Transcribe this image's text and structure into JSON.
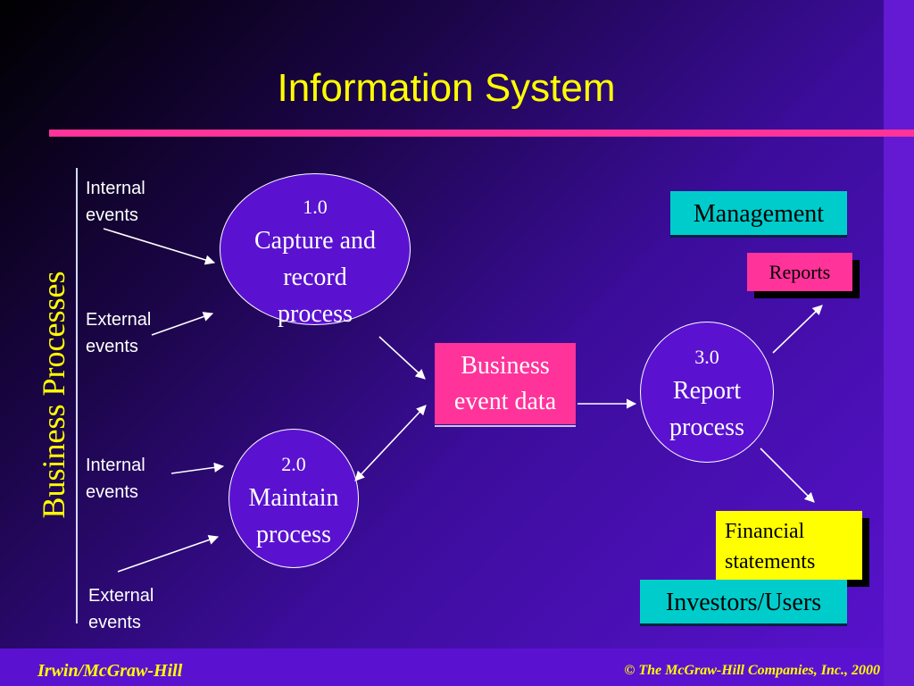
{
  "slide": {
    "title": "Information System",
    "side_label": "Business Processes"
  },
  "events": {
    "internal_1": [
      "Internal",
      "events"
    ],
    "external_1": [
      "External",
      "events"
    ],
    "internal_2": [
      "Internal",
      "events"
    ],
    "external_2": [
      "External",
      "events"
    ]
  },
  "processes": {
    "capture": {
      "number": "1.0",
      "lines": [
        "Capture and",
        "record",
        "process"
      ]
    },
    "maintain": {
      "number": "2.0",
      "lines": [
        "Maintain",
        "process"
      ]
    },
    "report": {
      "number": "3.0",
      "lines": [
        "Report",
        "process"
      ]
    }
  },
  "data_store": {
    "lines": [
      "Business",
      "event data"
    ]
  },
  "entities": {
    "management": "Management",
    "investors": "Investors/Users"
  },
  "documents": {
    "reports": "Reports",
    "financial": [
      "Financial",
      "statements"
    ]
  },
  "footer": {
    "left": "Irwin/McGraw-Hill",
    "right": "© The McGraw-Hill Companies, Inc., 2000"
  },
  "colors": {
    "title": "#ffff00",
    "accent_rule": "#ff3399",
    "process_fill": "#5a12d0",
    "entity_fill": "#00cccc",
    "reports_fill": "#ff3399",
    "financial_fill": "#ffff00"
  }
}
